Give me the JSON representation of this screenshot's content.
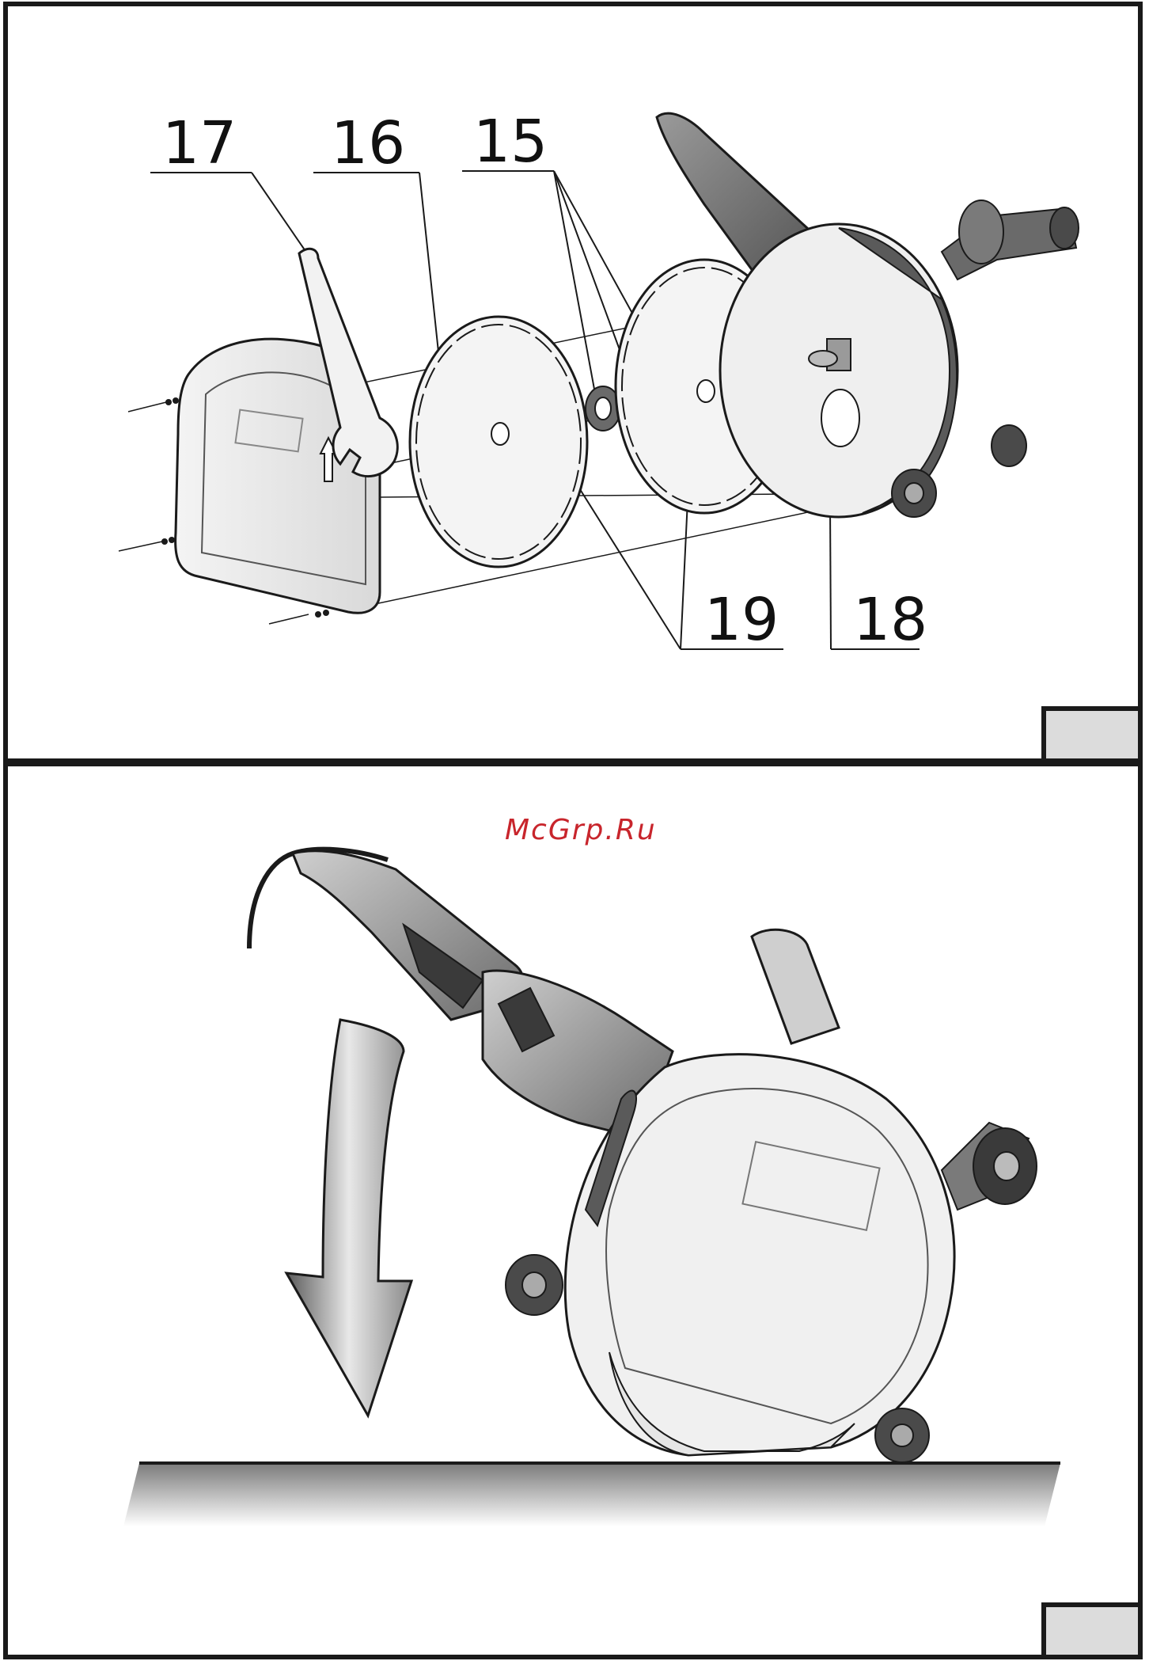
{
  "diagram": {
    "callouts": {
      "c17": "17",
      "c16": "16",
      "c15": "15",
      "c19": "19",
      "c18": "18"
    }
  },
  "watermark": {
    "text": "McGrp.Ru",
    "color": "#c8252c"
  },
  "colors": {
    "line": "#1a1a1a",
    "part_fill": "#ececec",
    "dark_part": "#5a5a5a"
  },
  "icons": {
    "arrow": "rotation-arrow-icon"
  }
}
